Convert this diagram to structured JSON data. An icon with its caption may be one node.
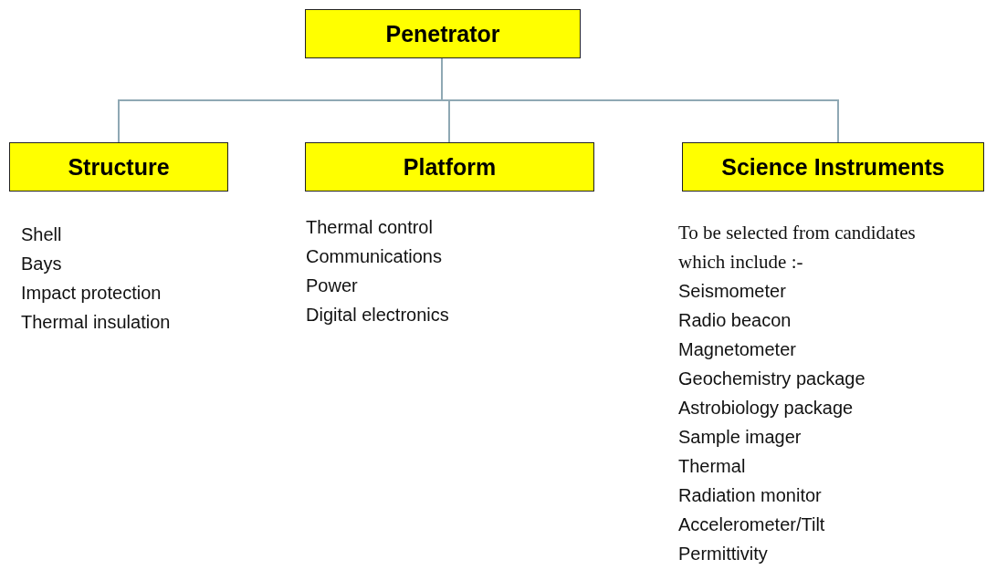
{
  "diagram": {
    "nodes": [
      {
        "text": [
          "Penetrator"
        ]
      },
      {
        "text": [
          "Structure"
        ],
        "beside": [
          "Shell",
          "Bays",
          "Impact protection",
          "Thermal insulation"
        ]
      },
      {
        "text": [
          "Platform"
        ],
        "beside": [
          "Thermal control",
          "Communications",
          "Power",
          "Digital electronics"
        ]
      },
      {
        "text": [
          "Science Instruments"
        ],
        "beside": [
          "To be selected from candidates which include :-",
          "Seismometer",
          "Radio beacon",
          "Magnetometer",
          "Geochemistry package",
          "Astrobiology package",
          "Sample imager",
          "Thermal",
          "Radiation monitor",
          "Accelerometer/Tilt",
          "Permittivity"
        ]
      }
    ],
    "edges": [
      {
        "from": 0,
        "to": 1,
        "arrow": "none",
        "color": "#8fa8b4"
      },
      {
        "from": 0,
        "to": 2,
        "arrow": "none",
        "color": "#8fa8b4"
      },
      {
        "from": 0,
        "to": 3,
        "arrow": "none",
        "color": "#8fa8b4"
      }
    ]
  }
}
